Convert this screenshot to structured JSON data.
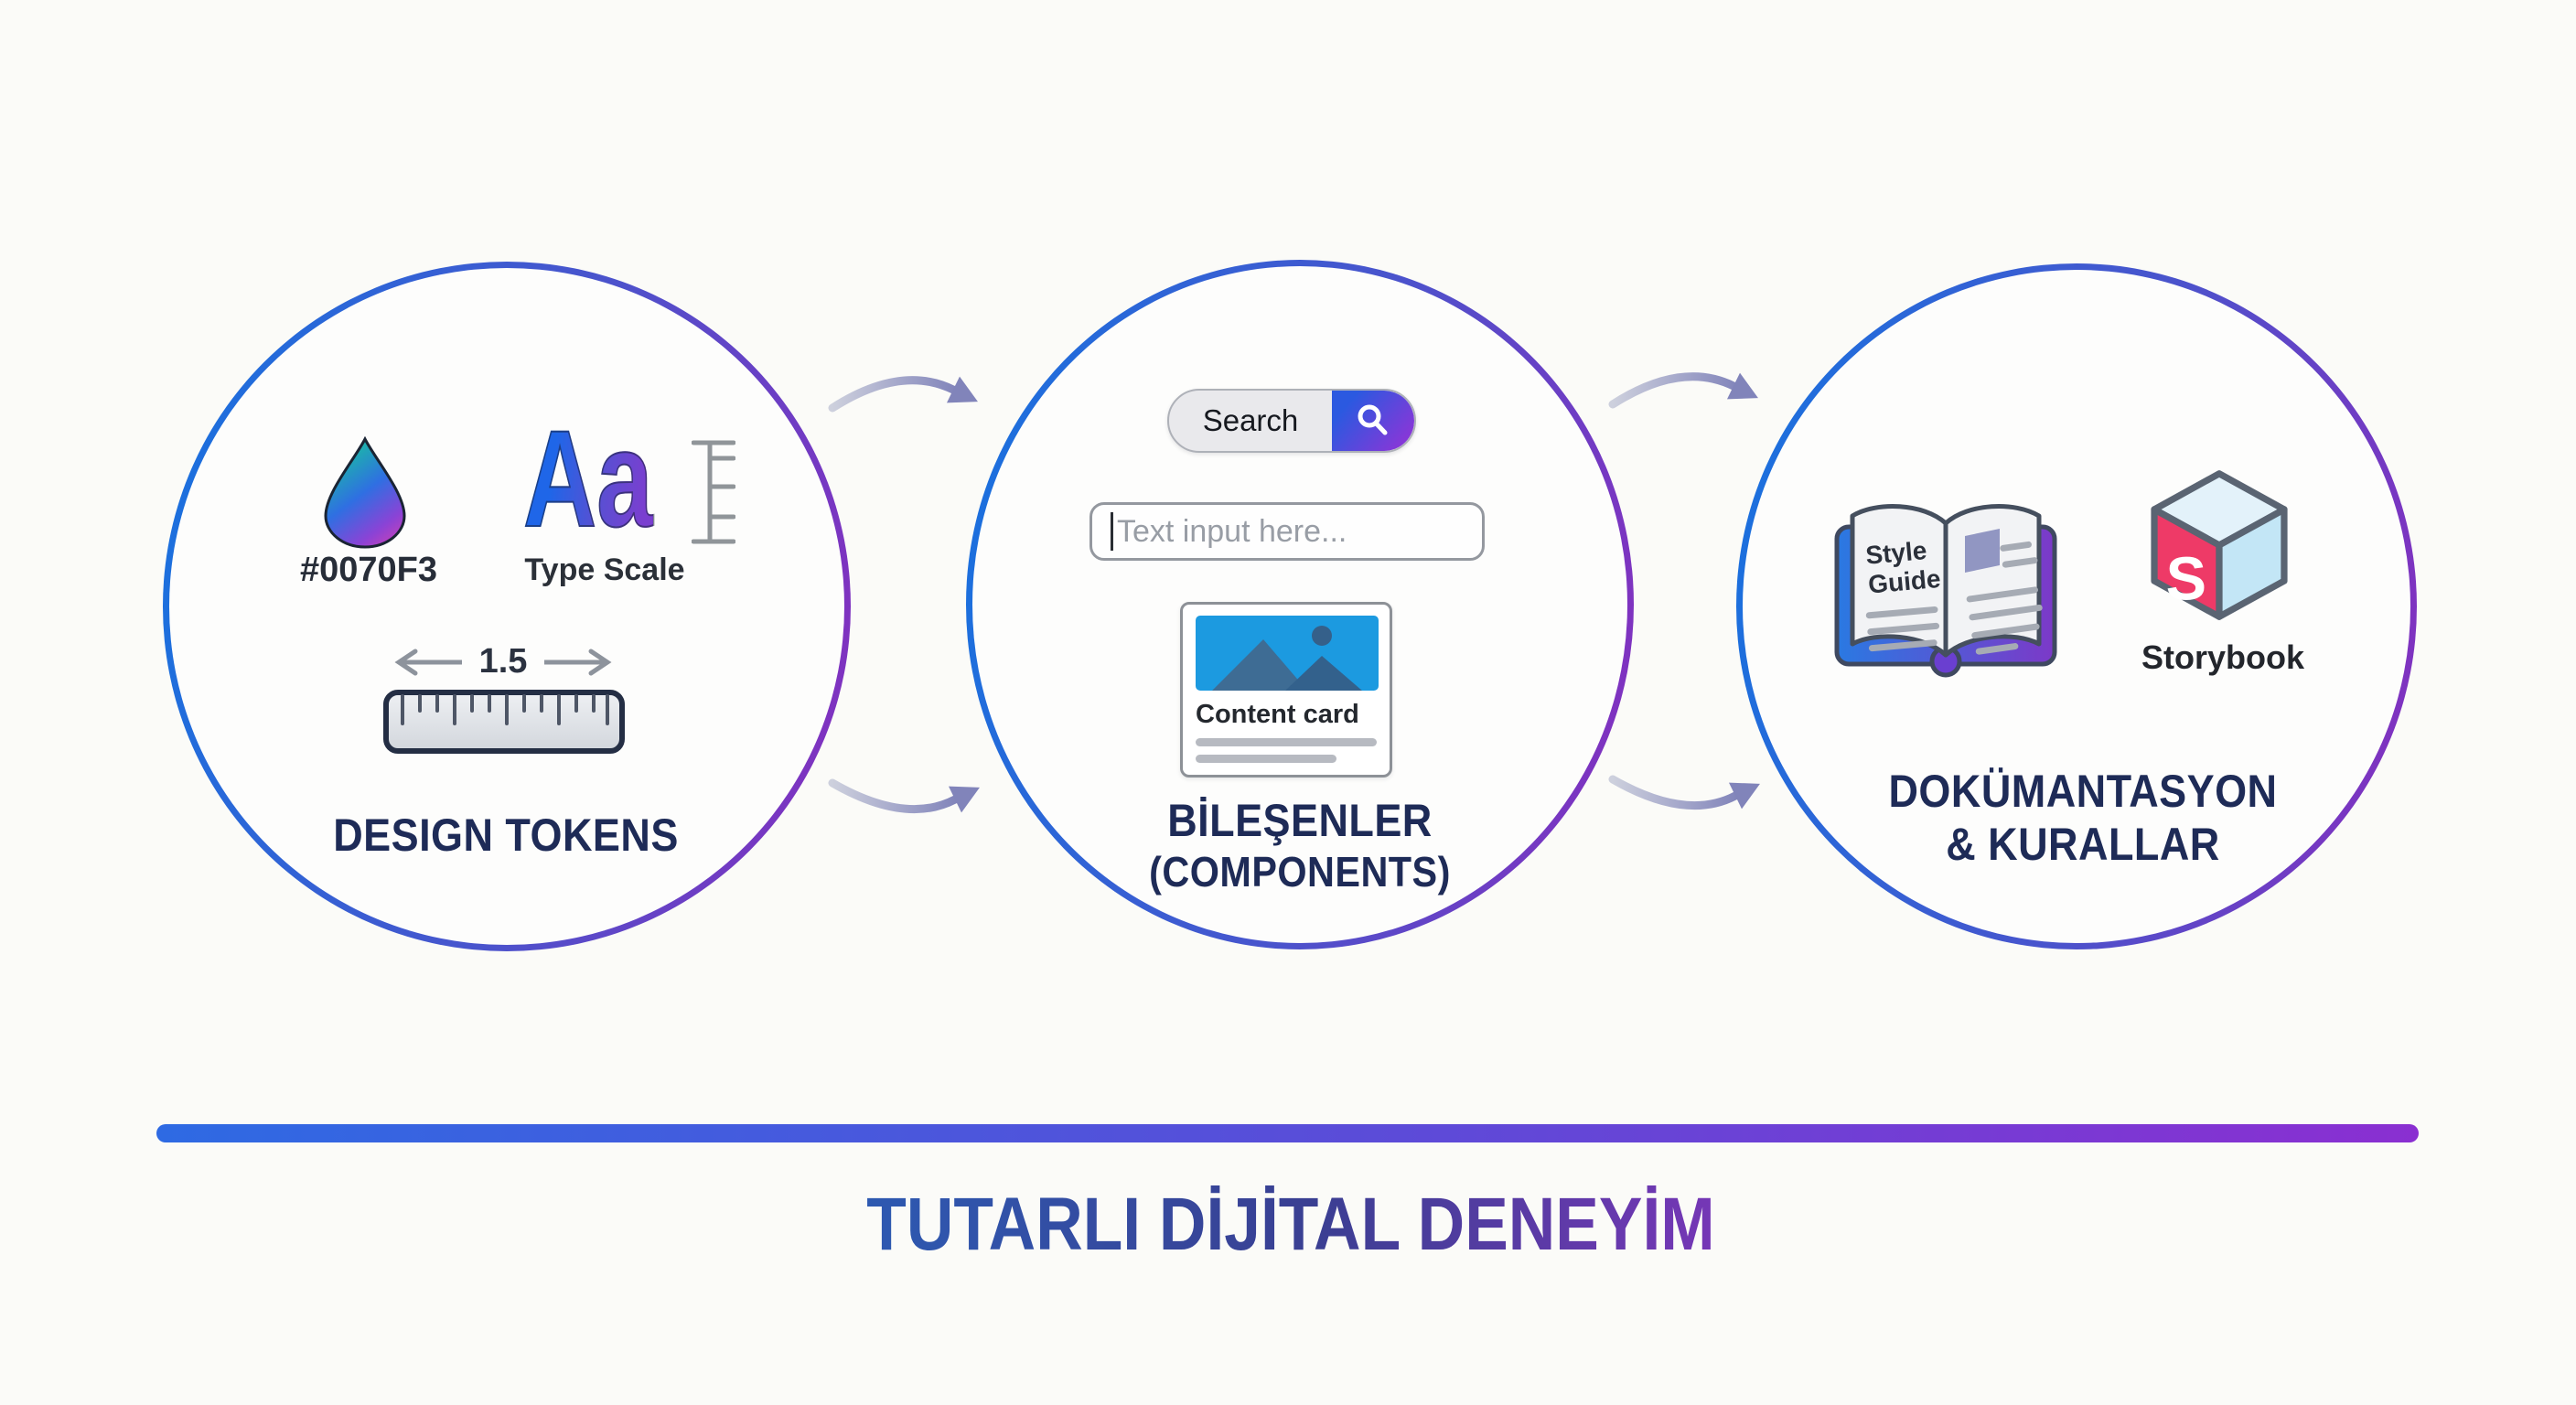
{
  "colors": {
    "background": "#fbfbf8",
    "accent_blue": "#1d6fdd",
    "accent_purple": "#7e33c0",
    "heading_navy": "#1e2b57",
    "card_image_blue": "#1c9ae0",
    "storybook_pink": "#ee3a67"
  },
  "circle1": {
    "title": "DESIGN TOKENS",
    "color_token_hex": "#0070F3",
    "type_sample": "Aa",
    "type_label": "Type Scale",
    "spacing_value": "1.5"
  },
  "circle2": {
    "title": "BİLEŞENLER",
    "subtitle": "(COMPONENTS)",
    "search_label": "Search",
    "input_placeholder": "Text input here...",
    "card_label": "Content card"
  },
  "circle3": {
    "title_line1": "DOKÜMANTASYON",
    "title_line2": "& KURALLAR",
    "book_line1": "Style",
    "book_line2": "Guide",
    "cube_letter": "S",
    "storybook_label": "Storybook"
  },
  "footer": {
    "title": "TUTARLI DİJİTAL DENEYİM"
  }
}
